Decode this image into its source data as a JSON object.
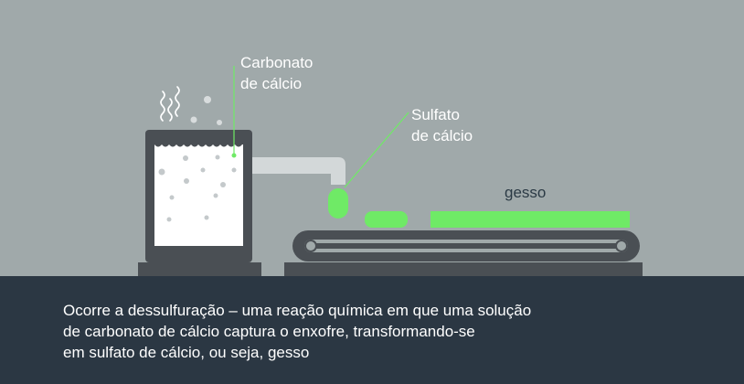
{
  "labels": {
    "carbonate": [
      "Carbonato",
      "de cálcio"
    ],
    "sulfate": [
      "Sulfato",
      "de cálcio"
    ],
    "gypsum": "gesso"
  },
  "caption": [
    "Ocorre a dessulfuração – uma reação química em que uma solução",
    "de carbonato de cálcio captura o enxofre, transformando-se",
    "em sulfato de cálcio, ou seja, gesso"
  ],
  "colors": {
    "background": "#a0a9aa",
    "caption_background": "#2b3743",
    "accent_green": "#6fea66",
    "dark_gray": "#4a4f54",
    "white": "#ffffff"
  }
}
